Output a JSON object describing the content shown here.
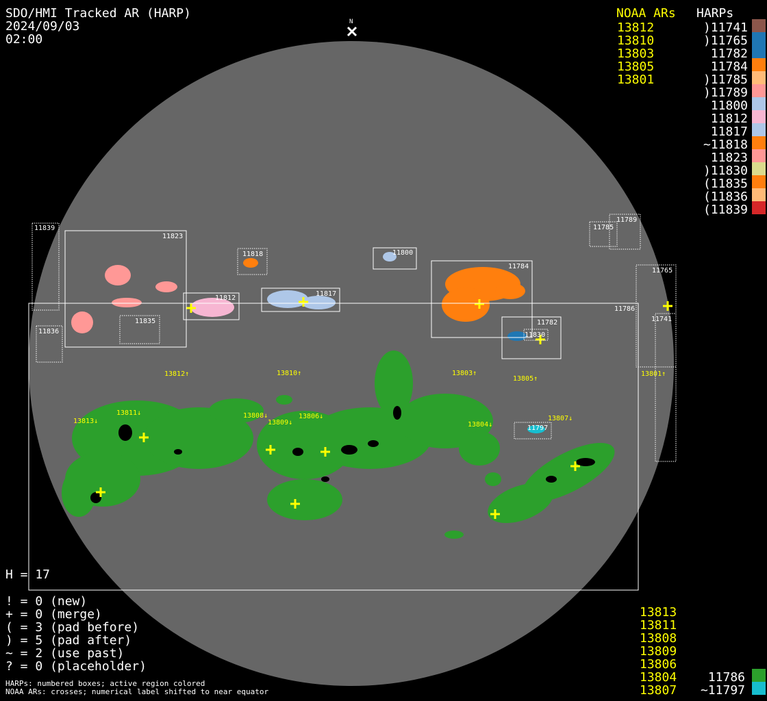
{
  "header": {
    "title": "SDO/HMI Tracked AR (HARP)",
    "date": "2024/09/03",
    "time": "02:00"
  },
  "north_label": "N",
  "noaa_header": "NOAA ARs",
  "harps_header": "HARPs",
  "noaa_top": [
    "13812",
    "13810",
    "13803",
    "13805",
    "13801"
  ],
  "harps_top": [
    {
      "label": ")11741",
      "color": "#8c564b"
    },
    {
      "label": ")11765",
      "color": "#1f77b4"
    },
    {
      "label": " 11782",
      "color": "#1f77b4"
    },
    {
      "label": " 11784",
      "color": "#ff7f0e"
    },
    {
      "label": ")11785",
      "color": "#ffbb78"
    },
    {
      "label": ")11789",
      "color": "#ff9896"
    },
    {
      "label": " 11800",
      "color": "#aec7e8"
    },
    {
      "label": " 11812",
      "color": "#f7b6d2"
    },
    {
      "label": " 11817",
      "color": "#aec7e8"
    },
    {
      "label": "~11818",
      "color": "#ff7f0e"
    },
    {
      "label": " 11823",
      "color": "#ff9896"
    },
    {
      "label": ")11830",
      "color": "#dbdb8d"
    },
    {
      "label": "(11835",
      "color": "#ff7f0e"
    },
    {
      "label": "(11836",
      "color": "#ffbb78"
    },
    {
      "label": "(11839",
      "color": "#d62728"
    }
  ],
  "noaa_bottom": [
    "13813",
    "13811",
    "13808",
    "13809",
    "13806",
    "13804",
    "13807"
  ],
  "harps_bottom": [
    {
      "label": "11786",
      "color": "#2ca02c"
    },
    {
      "label": "~11797",
      "color": "#17becf"
    }
  ],
  "stats": {
    "h": "H = 17",
    "lines": [
      "! = 0 (new)",
      "+ = 0 (merge)",
      "( = 3 (pad before)",
      ") = 5 (pad after)",
      "~ = 2 (use past)",
      "? = 0 (placeholder)"
    ]
  },
  "footnotes": [
    "HARPs: numbered boxes; active region colored",
    "NOAA ARs: crosses; numerical label shifted to near equator"
  ],
  "harp_box_labels": {
    "h11839": "11839",
    "h11823": "11823",
    "h11835": "11835",
    "h11836": "11836",
    "h11818": "11818",
    "h11812": "11812",
    "h11817": "11817",
    "h11800": "11800",
    "h11784": "11784",
    "h11782": "11782",
    "h11830": "11830",
    "h11785": "11785",
    "h11789": "11789",
    "h11765": "11765",
    "h11741": "11741",
    "h11786": "11786",
    "h11797": "11797"
  },
  "noaa_disk_labels": {
    "n13812": "13812↑",
    "n13810": "13810↑",
    "n13803": "13803↑",
    "n13805": "13805↑",
    "n13801": "13801↑",
    "n13813": "13813↓",
    "n13811": "13811↓",
    "n13808": "13808↓",
    "n13809": "13809↓",
    "n13806": "13806↓",
    "n13804": "13804↓",
    "n13807": "13807↓"
  },
  "colors": {
    "disk": "#666666",
    "background": "#000000",
    "noaa": "#ffff00"
  }
}
